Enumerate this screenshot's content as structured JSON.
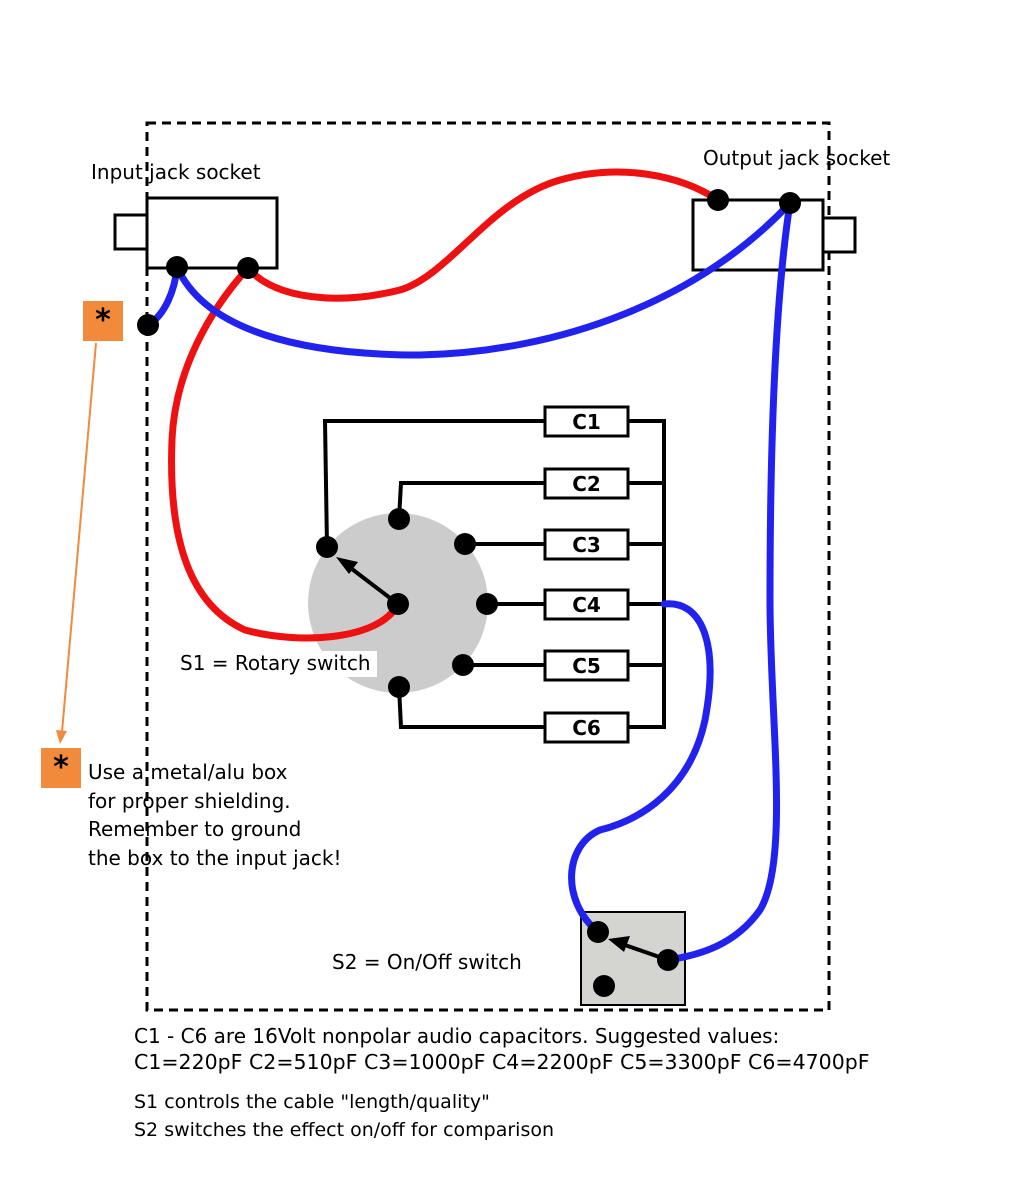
{
  "labels": {
    "input_jack": "Input jack socket",
    "output_jack": "Output jack socket",
    "rotary_switch": "S1 = Rotary switch",
    "onoff_switch": "S2 =  On/Off switch"
  },
  "capacitors": [
    "C1",
    "C2",
    "C3",
    "C4",
    "C5",
    "C6"
  ],
  "note": {
    "symbol": "*",
    "lines": [
      "Use a metal/alu box",
      "for proper shielding.",
      "Remember to ground",
      "the box to the input jack!"
    ]
  },
  "footer": {
    "line1": "C1 - C6 are 16Volt nonpolar audio capacitors. Suggested values:",
    "line2": "C1=220pF  C2=510pF  C3=1000pF  C4=2200pF  C5=3300pF  C6=4700pF",
    "line3": "S1  controls the cable \"length/quality\"",
    "line4": "S2  switches the effect on/off for comparison"
  },
  "colors": {
    "signal_wire": "#ee1111",
    "ground_wire": "#2222ee",
    "note_marker": "#f28a3c",
    "note_arrow": "#f28a3c",
    "switch_body": "#cccccc"
  }
}
